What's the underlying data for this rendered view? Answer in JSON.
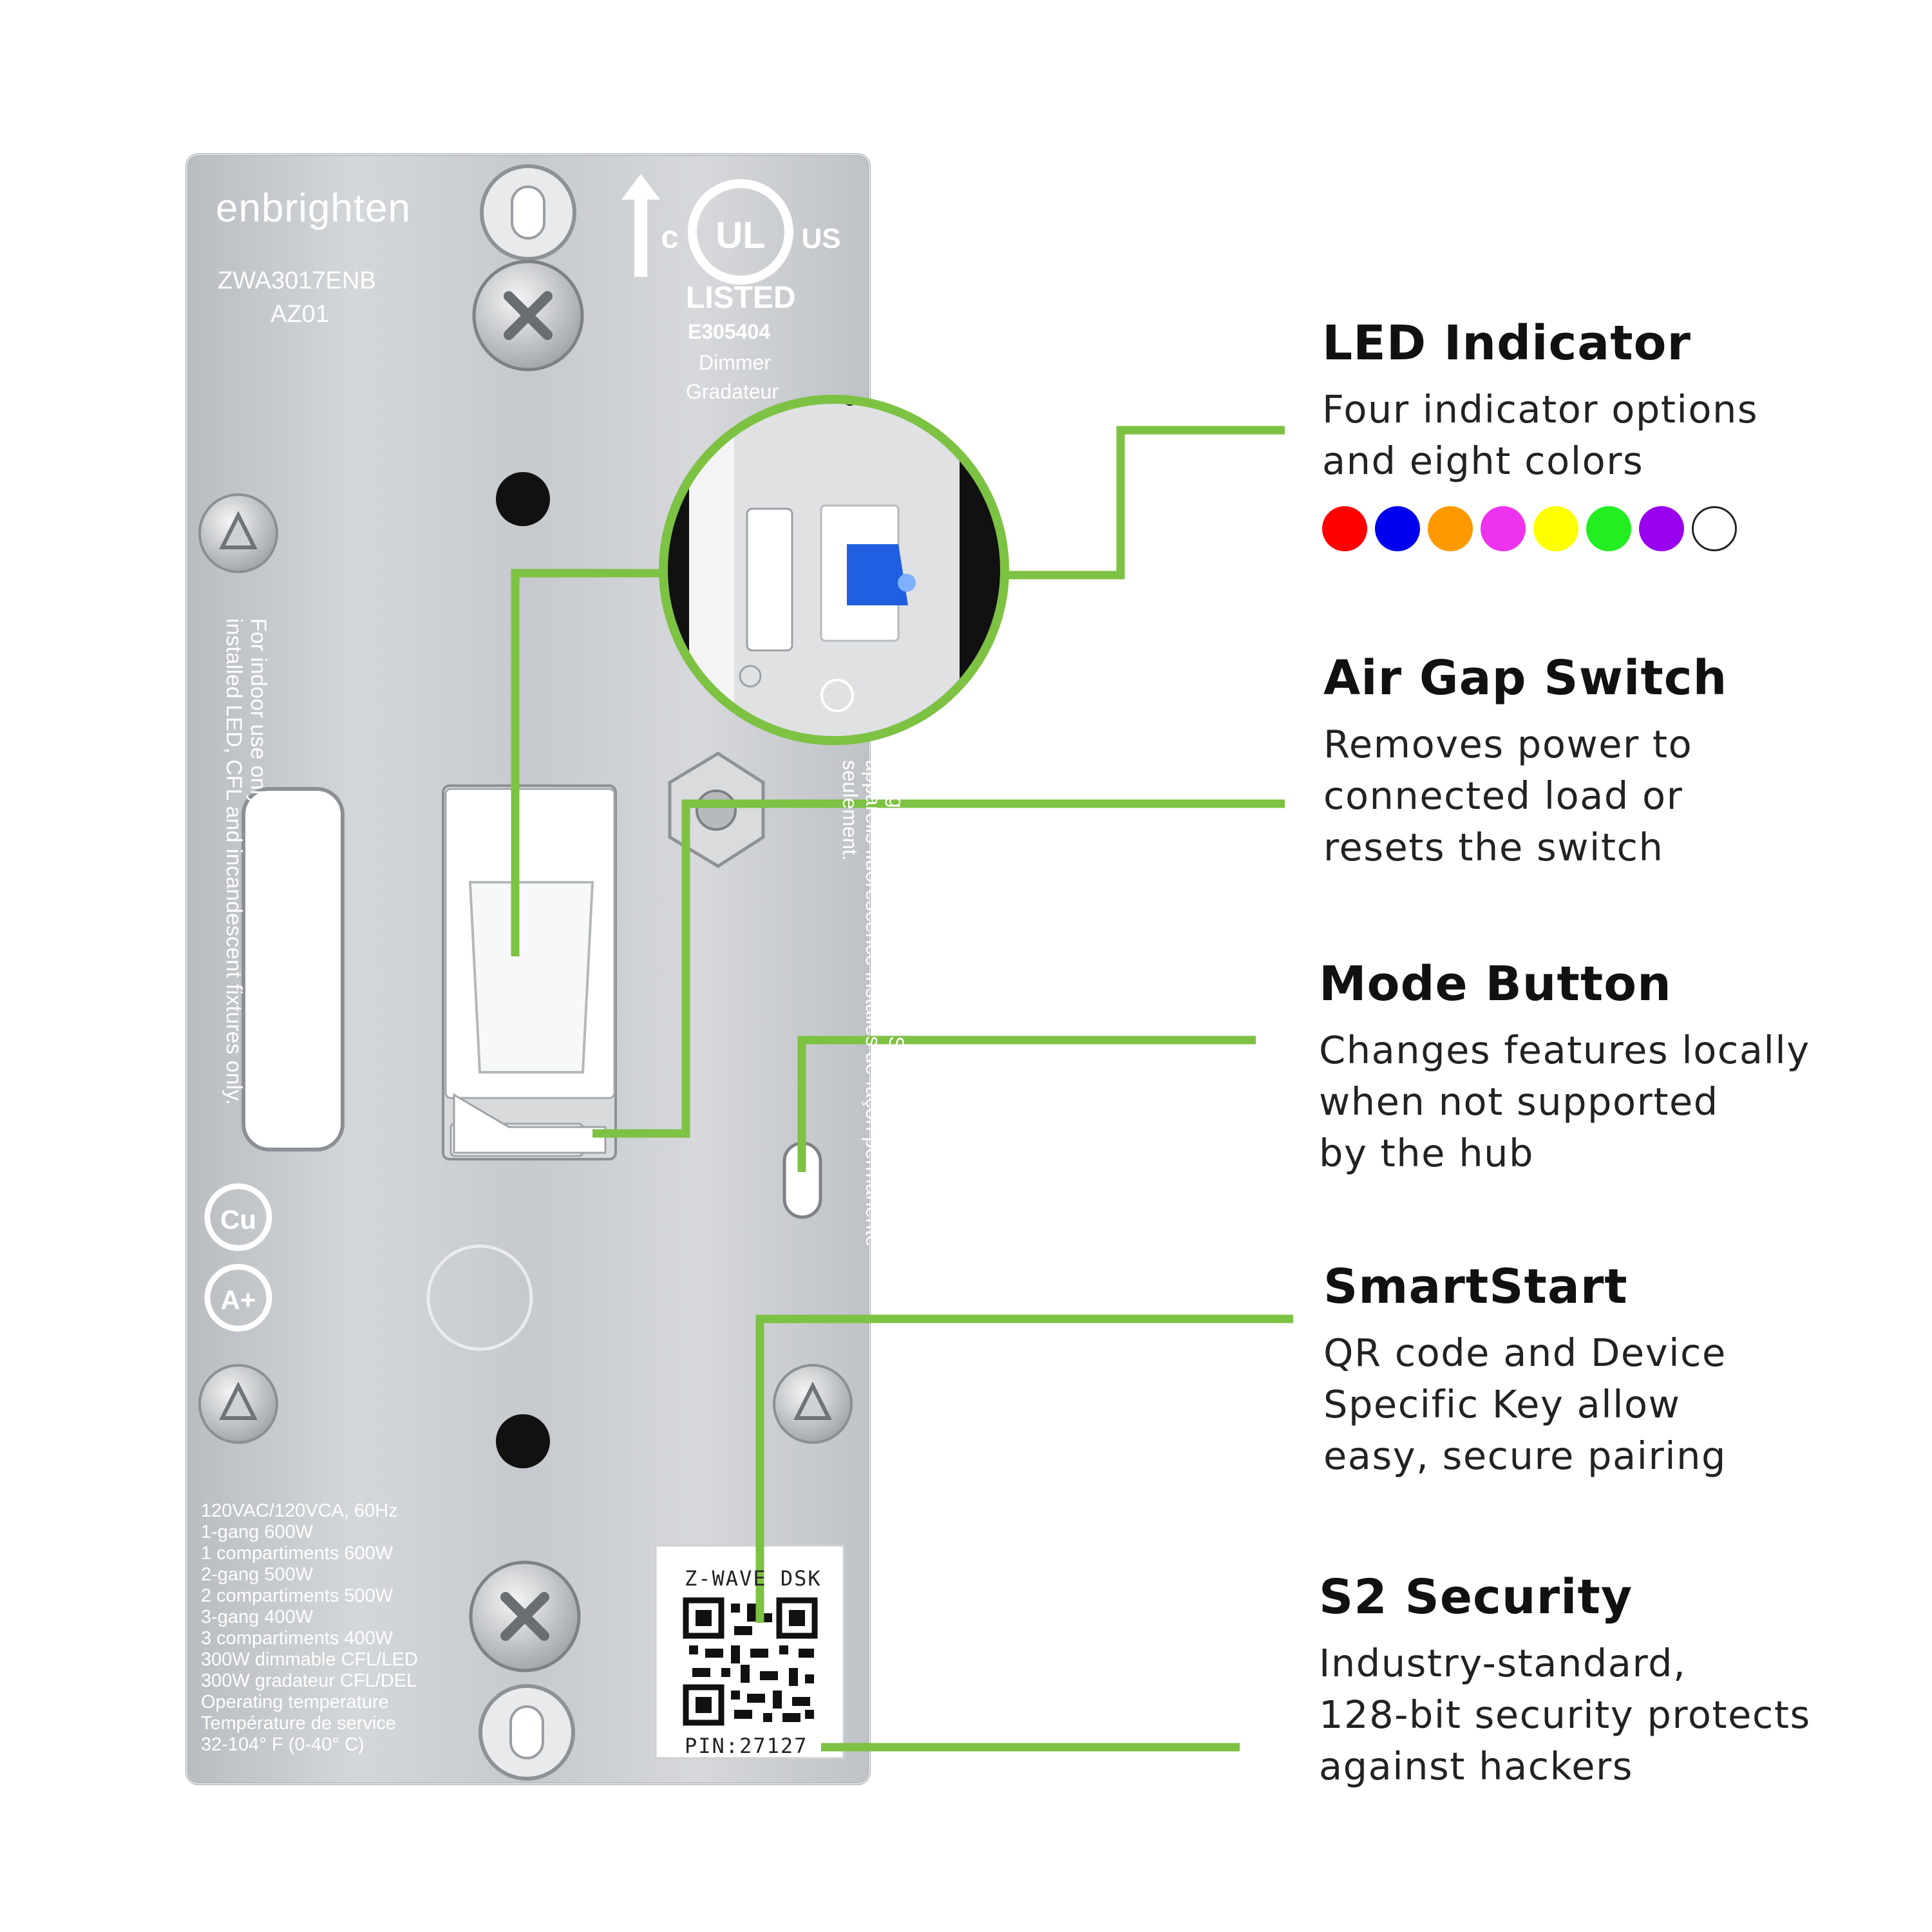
{
  "device": {
    "brand": "enbrighten",
    "model": "ZWA3017ENB",
    "revision": "AZ01",
    "cert_listed": "LISTED",
    "cert_number": "E305404",
    "cert_type_en": "Dimmer",
    "cert_type_fr": "Gradateur",
    "indoor_note": "For indoor use only. For control of permanently installed LED, CFL and incandescent fixtures only.",
    "french_note": "Usage intérieure uniquement. Sert à commander des appareils fluorescence installés de façon permanente seulement.",
    "ratings": [
      "120VAC/120VCA, 60Hz",
      "1-gang 600W",
      "1 compartiments 600W",
      "2-gang 500W",
      "2 compartiments 500W",
      "3-gang 400W",
      "3 compartiments 400W",
      "300W dimmable CFL/LED",
      "300W gradateur CFL/DEL",
      "Operating temperature",
      "Température de service",
      "32-104° F (0-40° C)"
    ],
    "dsk_label": "Z-WAVE DSK",
    "pin": "PIN:27127"
  },
  "features": [
    {
      "title": "LED Indicator",
      "lines": [
        "Four indicator options",
        "and eight colors"
      ]
    },
    {
      "title": "Air Gap Switch",
      "lines": [
        "Removes power to",
        "connected load or",
        "resets the switch"
      ]
    },
    {
      "title": "Mode Button",
      "lines": [
        "Changes features locally",
        "when not supported",
        "by the hub"
      ]
    },
    {
      "title": "SmartStart",
      "lines": [
        "QR code and Device",
        "Specific Key allow",
        "easy, secure pairing"
      ]
    },
    {
      "title": "S2 Security",
      "lines": [
        "Industry-standard,",
        "128-bit security protects",
        "against hackers"
      ]
    }
  ],
  "led_colors": [
    "#ff0000",
    "#0000ee",
    "#ff9900",
    "#ee33ee",
    "#ffff00",
    "#22ee22",
    "#9900ee",
    "#ffffff"
  ],
  "colors": {
    "callout_green": "#7dc243",
    "plate_silver": "#c9ccd0"
  }
}
